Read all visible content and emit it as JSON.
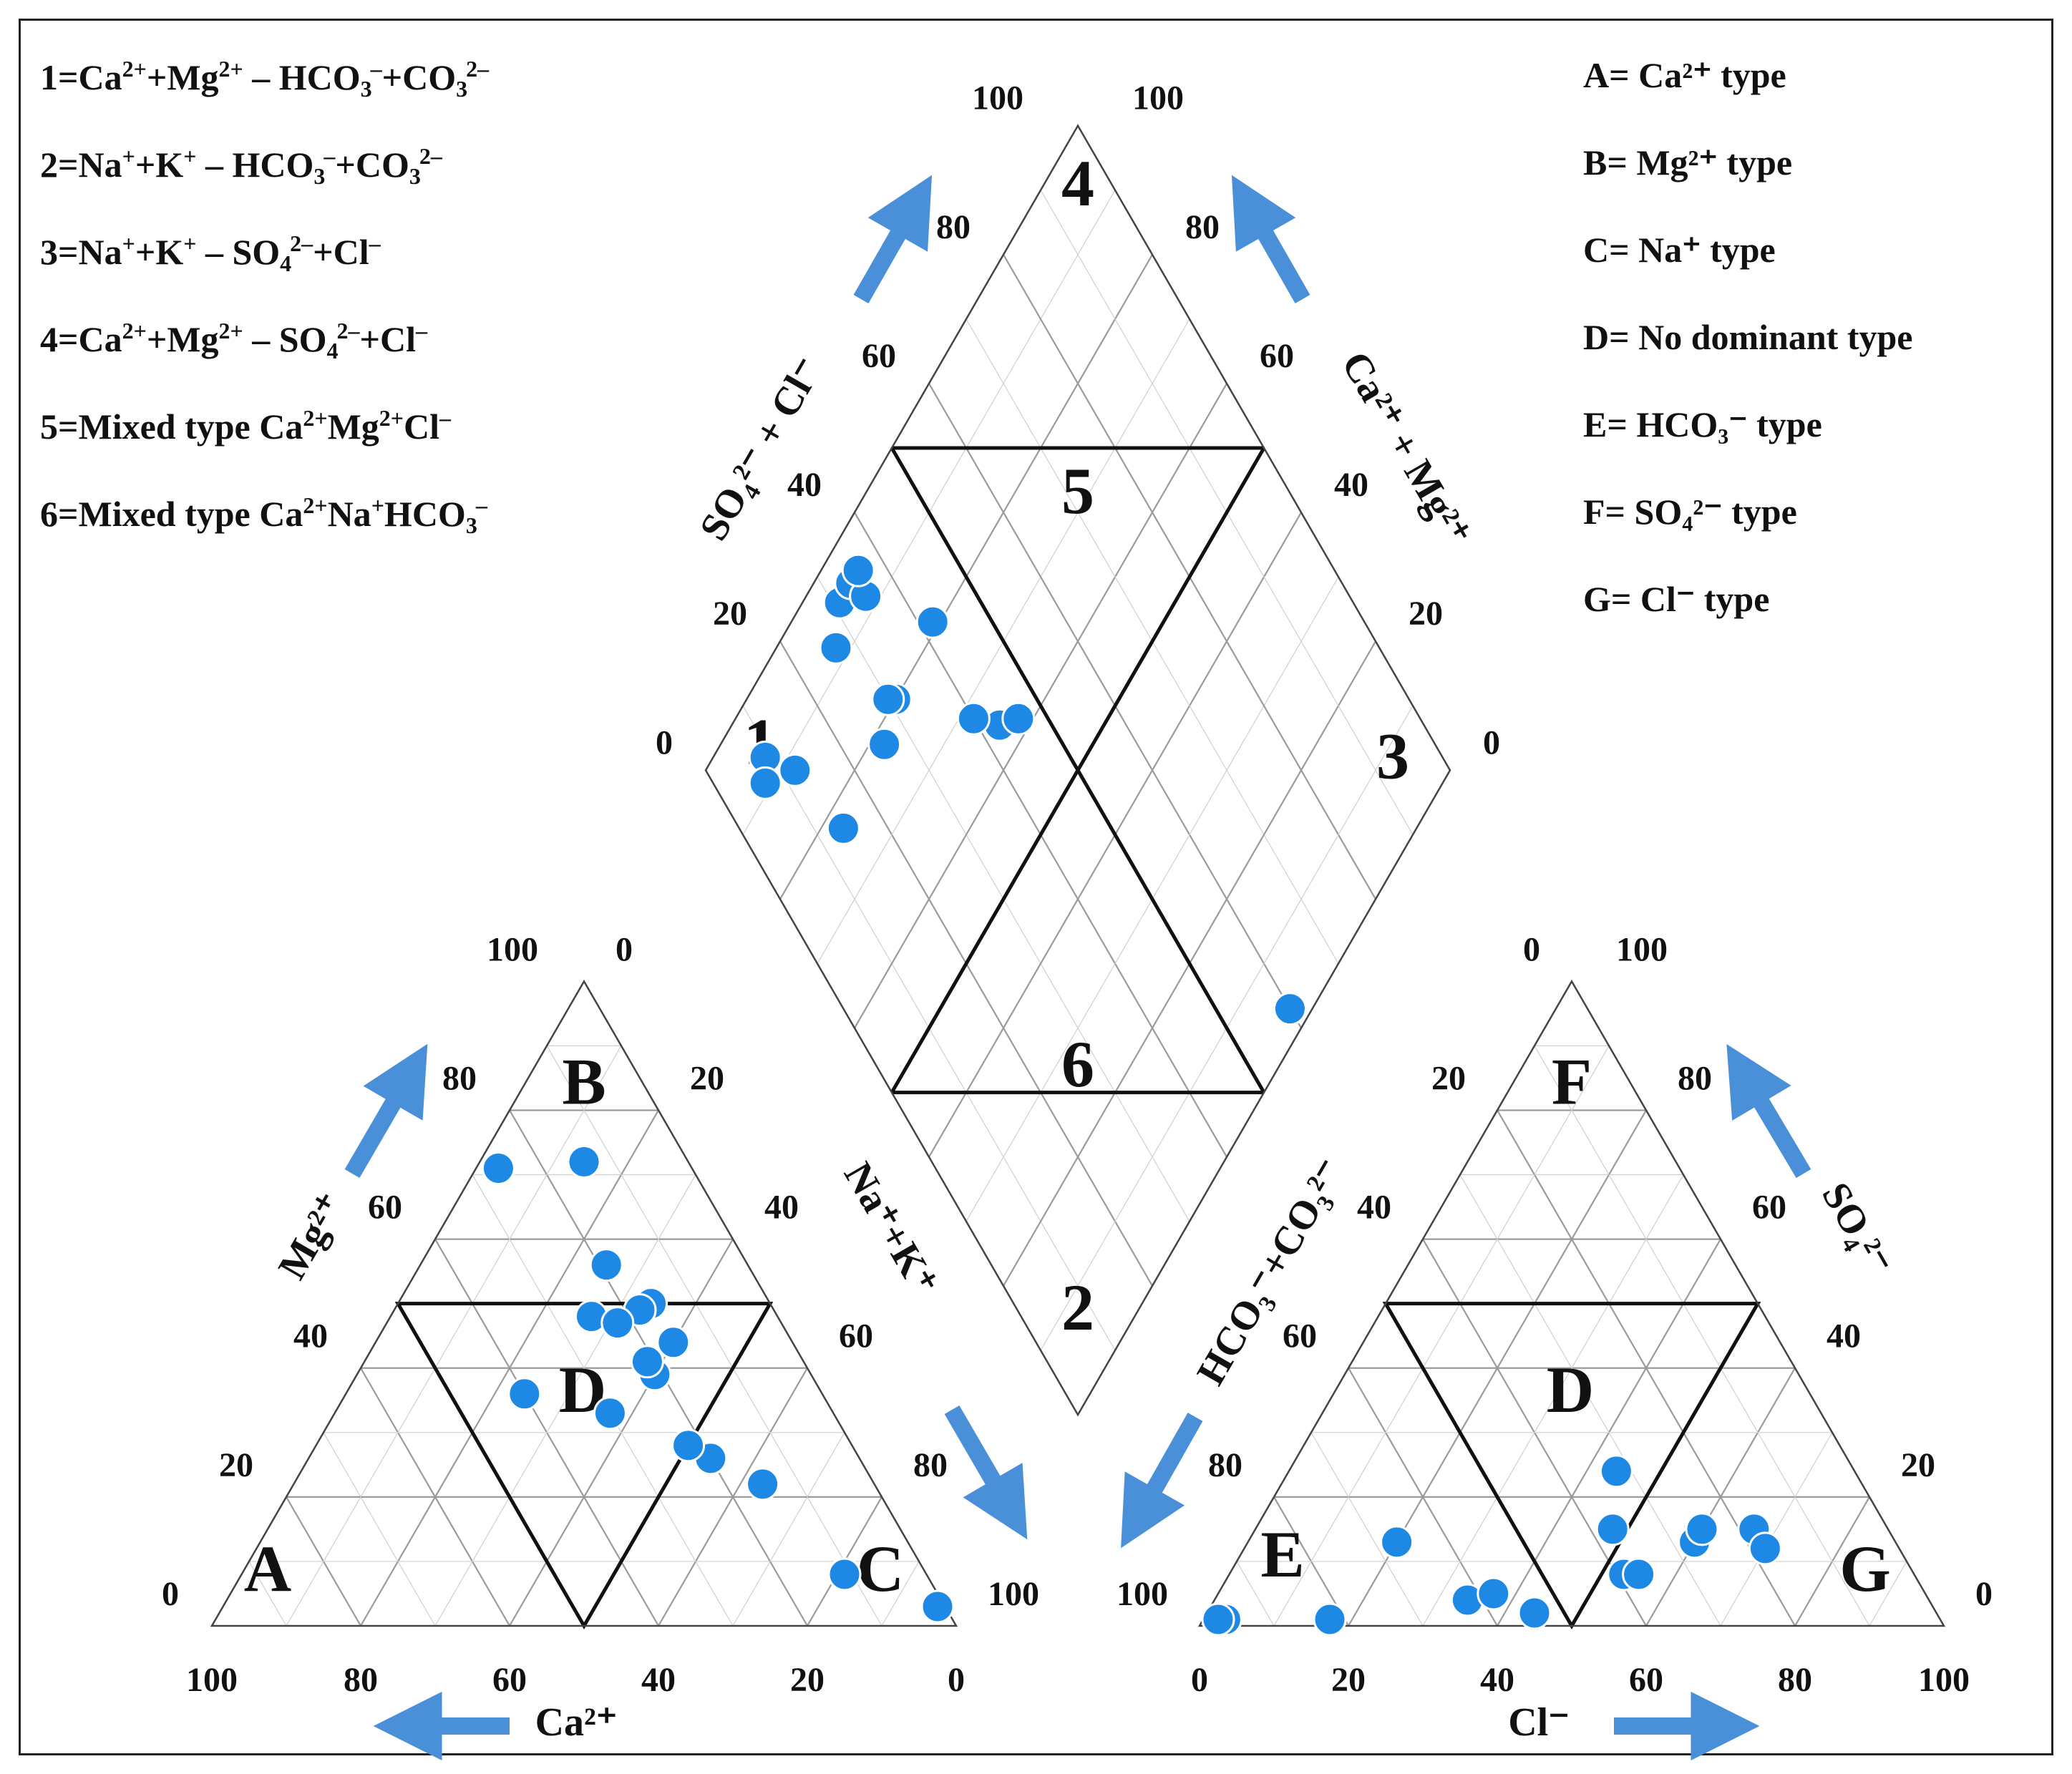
{
  "legend_left": [
    {
      "num": "1=",
      "parts": [
        [
          "Ca",
          "2+"
        ],
        [
          "+Mg",
          "2+"
        ],
        [
          " – HCO",
          "3",
          "–"
        ],
        [
          "+CO",
          "3",
          "2–"
        ]
      ]
    },
    {
      "num": "2=",
      "parts": [
        [
          "Na",
          "+"
        ],
        [
          "+K",
          "+"
        ],
        [
          " – HCO",
          "3",
          "–"
        ],
        [
          "+CO",
          "3",
          "2–"
        ]
      ]
    },
    {
      "num": "3=",
      "parts": [
        [
          "Na",
          "+"
        ],
        [
          "+K",
          "+"
        ],
        [
          " – SO",
          "4",
          "2–"
        ],
        [
          "+Cl",
          "–"
        ]
      ]
    },
    {
      "num": "4=",
      "parts": [
        [
          "Ca",
          "2+"
        ],
        [
          "+Mg",
          "2+"
        ],
        [
          " – SO",
          "4",
          "2–"
        ],
        [
          "+Cl",
          "–"
        ]
      ]
    },
    {
      "num": "5=",
      "parts": [
        [
          "Mixed type Ca",
          "2+"
        ],
        [
          "Mg",
          "2+"
        ],
        [
          "Cl",
          "–"
        ]
      ]
    },
    {
      "num": "6=",
      "parts": [
        [
          "Mixed type Ca",
          "2+"
        ],
        [
          "Na",
          "+"
        ],
        [
          "HCO",
          "3",
          "–"
        ]
      ]
    }
  ],
  "legend_right": [
    "A= Ca²⁺ type",
    "B= Mg²⁺ type",
    "C= Na⁺ type",
    "D= No dominant type",
    "E= HCO₃⁻ type",
    "F= SO₄²⁻ type",
    "G= Cl⁻ type"
  ],
  "chart_data": {
    "type": "scatter",
    "subtype": "piper",
    "accent_color": "#1e88e5",
    "arrow_color": "#4a90d9",
    "cation_triangle": {
      "vertex_labels": {
        "ca": "A",
        "mg": "B",
        "na": "C"
      },
      "region_labels": {
        "mixed": "D"
      },
      "axis_labels": {
        "ca": "Ca²⁺",
        "mg": "Mg²⁺",
        "na": "Na⁺+K⁺"
      },
      "ticks_ca": [
        "100",
        "80",
        "60",
        "40",
        "20",
        "0"
      ],
      "ticks_mg": [
        "0",
        "20",
        "40",
        "60",
        "80",
        "100"
      ],
      "ticks_na": [
        "0",
        "20",
        "40",
        "60",
        "80",
        "100"
      ],
      "points_ca_mg": [
        [
          11,
          8
        ],
        [
          15,
          22
        ],
        [
          40,
          36
        ],
        [
          30,
          33
        ],
        [
          26,
          71
        ],
        [
          14,
          72
        ],
        [
          25,
          48
        ],
        [
          20,
          26
        ],
        [
          22,
          28
        ],
        [
          16,
          50
        ],
        [
          16,
          44
        ],
        [
          19,
          56
        ],
        [
          18,
          49
        ],
        [
          21,
          39
        ],
        [
          21,
          41
        ],
        [
          22,
          47
        ],
        [
          1,
          3
        ]
      ]
    },
    "anion_triangle": {
      "vertex_labels": {
        "hco3": "E",
        "so4": "F",
        "cl": "G"
      },
      "region_labels": {
        "mixed": "D"
      },
      "axis_labels": {
        "hco3": "HCO₃⁻+CO₃²⁻",
        "so4": "SO₄²⁻",
        "cl": "Cl⁻"
      },
      "ticks_cl": [
        "0",
        "20",
        "40",
        "60",
        "80",
        "100"
      ],
      "ticks_so4": [
        "0",
        "20",
        "40",
        "60",
        "80",
        "100"
      ],
      "ticks_hco3": [
        "100",
        "80",
        "60",
        "40",
        "20",
        "0"
      ],
      "points_cl_so4": [
        [
          3,
          1
        ],
        [
          17,
          1
        ],
        [
          44,
          2
        ],
        [
          53,
          8
        ],
        [
          34,
          4
        ],
        [
          37,
          5
        ],
        [
          20,
          13
        ],
        [
          44,
          24
        ],
        [
          48,
          15
        ],
        [
          55,
          8
        ],
        [
          60,
          13
        ],
        [
          60,
          15
        ],
        [
          67,
          15
        ],
        [
          70,
          12
        ],
        [
          2,
          1
        ]
      ]
    },
    "diamond": {
      "region_labels": [
        "1",
        "2",
        "3",
        "4",
        "5",
        "6"
      ],
      "axis_labels": {
        "left": "SO₄²⁻ + Cl⁻",
        "right": "Ca²⁺ + Mg²⁺"
      },
      "ticks": [
        "0",
        "20",
        "40",
        "60",
        "80",
        "100"
      ],
      "points_so4cl_camg": [
        [
          12,
          88
        ],
        [
          9,
          93
        ],
        [
          7,
          91
        ],
        [
          14,
          77
        ],
        [
          26,
          78
        ],
        [
          43,
          64
        ],
        [
          46,
          62
        ],
        [
          40,
          68
        ],
        [
          31,
          80
        ],
        [
          30,
          81
        ],
        [
          31,
          95
        ],
        [
          34,
          95
        ],
        [
          42,
          81
        ],
        [
          27,
          92
        ],
        [
          35,
          92
        ],
        [
          36,
          95
        ],
        [
          60,
          3
        ]
      ]
    }
  }
}
